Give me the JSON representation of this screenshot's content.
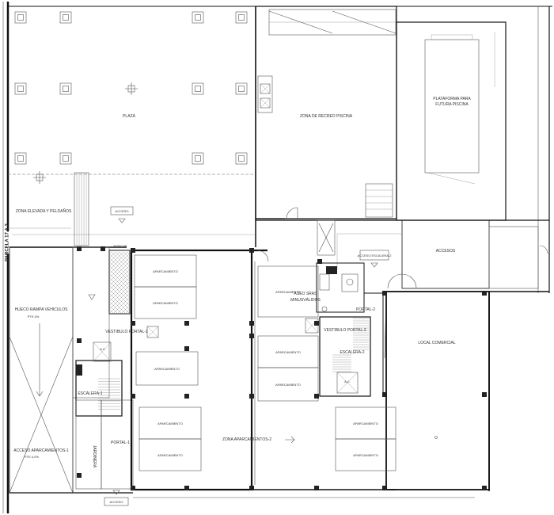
{
  "labels": {
    "street": "PARCELA 17.A.2",
    "plaza": "PLAZA",
    "zona_elevada": "ZONA ELEVADA Y PELDAÑOS",
    "acceso_top": "ACCESO",
    "zona_recreo": "ZONA DE RECREO PISCINA",
    "plataforma_1": "PLATAFORMA PARA",
    "plataforma_2": "FUTURA PISCINA",
    "accesos": "ACCESOS",
    "acceso_escalera_2": "ACCESO ESCALERA-2",
    "porche": "PORCHE",
    "hueco_rampa": "HUECO RAMPA VEHICULOS",
    "pte_hueco": "PTE.4%",
    "vestibulo_portal_1": "VESTIBULO PORTAL-1",
    "escalera_1": "ESCALERA-1",
    "aseo_srs": "ASEO SRAS",
    "minusvalidos": "MINUSVÁLIDOS",
    "portal_2": "PORTAL-2",
    "vestibulo_portal_2": "VESTIBULO PORTAL-2",
    "escalera_2": "ESCALERA-2",
    "local_comercial": "LOCAL COMERCIAL",
    "jardinera": "JARDINERA",
    "portal_1": "PORTAL-1",
    "acceso_aparcamientos": "ACCESO APARCAMIENTOS-1",
    "pte_acceso": "PTE.4,0%",
    "zona_aparcamientos": "ZONA APARCAMIENTOS-2",
    "aparcamiento": "APARCAMIENTO",
    "acceso_bottom": "ACCESO",
    "ac": "A.C."
  }
}
